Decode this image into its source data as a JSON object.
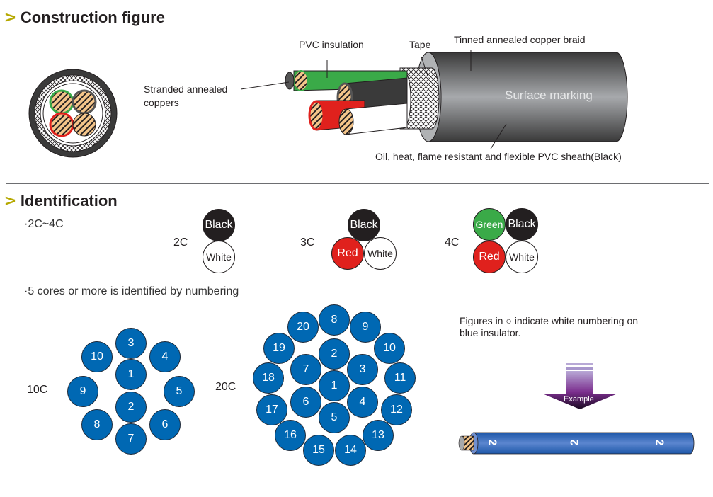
{
  "construction": {
    "title": "Construction figure",
    "callouts": {
      "pvc_insulation": "PVC insulation",
      "tape": "Tape",
      "braid": "Tinned annealed copper braid",
      "conductor_line1": "Stranded annealed",
      "conductor_line2": "coppers",
      "surface_marking": "Surface marking",
      "sheath": "Oil, heat, flame resistant and flexible PVC sheath(Black)"
    },
    "core_colors": [
      "#3aaa48",
      "#3a3a3a",
      "#e0211d",
      "#ffffff"
    ]
  },
  "identification": {
    "title": "Identification",
    "range_label": "·2C~4C",
    "groups": [
      {
        "label": "2C",
        "cores": [
          "Black",
          "White"
        ]
      },
      {
        "label": "3C",
        "cores": [
          "Black",
          "Red",
          "White"
        ]
      },
      {
        "label": "4C",
        "cores": [
          "Green",
          "Black",
          "Red",
          "White"
        ]
      }
    ],
    "numbering_label": "·5 cores or more is identified by numbering",
    "ten_core": {
      "label": "10C",
      "numbers": [
        "1",
        "2",
        "3",
        "4",
        "5",
        "6",
        "7",
        "8",
        "9",
        "10"
      ]
    },
    "twenty_core": {
      "label": "20C",
      "numbers": [
        "1",
        "2",
        "3",
        "4",
        "5",
        "6",
        "7",
        "8",
        "9",
        "10",
        "11",
        "12",
        "13",
        "14",
        "15",
        "16",
        "17",
        "18",
        "19",
        "20"
      ]
    },
    "note_line1": "Figures in ○ indicate white numbering on",
    "note_line2": "blue insulator.",
    "example_label": "Example",
    "wire_marking": "2",
    "colors": {
      "blue_insulator": "#0068b3",
      "black": "#231f20",
      "red": "#e0211d",
      "green": "#3aaa48",
      "accent": "#b5a800",
      "arrow": "#7b2e8e"
    }
  }
}
